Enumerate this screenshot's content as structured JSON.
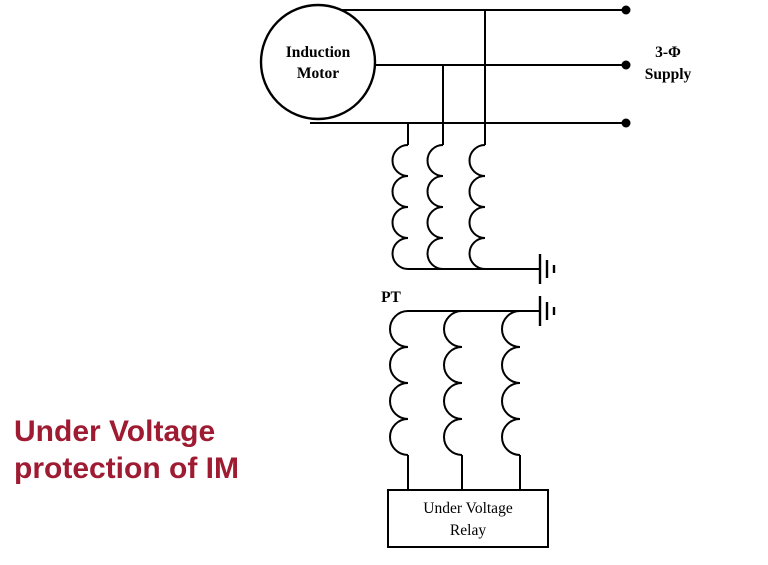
{
  "title": {
    "line1": "Under Voltage",
    "line2": "protection of IM",
    "color": "#9E1B32"
  },
  "diagram": {
    "motor": {
      "line1": "Induction",
      "line2": "Motor"
    },
    "supply": {
      "line1": "3-Φ",
      "line2": "Supply"
    },
    "pt_label": "PT",
    "relay": {
      "line1": "Under Voltage",
      "line2": "Relay"
    },
    "line_color": "#000000",
    "background": "#FFFFFF"
  }
}
